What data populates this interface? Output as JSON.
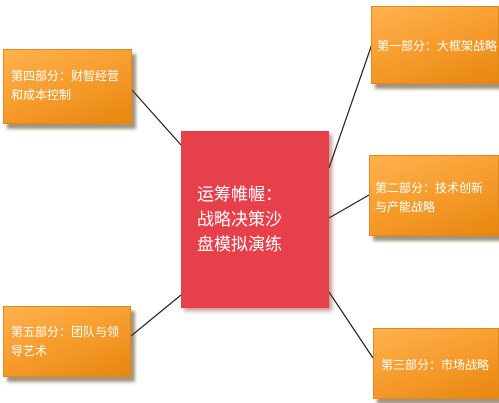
{
  "center": {
    "lines": [
      "运筹帷幄：",
      "战略决策沙",
      "盘模拟演练"
    ],
    "color": "#e8404a"
  },
  "nodes": {
    "part1": {
      "text": "第一部分：大框架战略"
    },
    "part2": {
      "lines": [
        "第二部分：技术创新",
        "与产能战略"
      ]
    },
    "part3": {
      "text": "第三部分：市场战略"
    },
    "part4": {
      "lines": [
        "第四部分：财智经营",
        "和成本控制"
      ]
    },
    "part5": {
      "lines": [
        "第五部分：团队与领",
        "导艺术"
      ]
    }
  },
  "colors": {
    "box_orange": "#f59a2a",
    "connector": "#222222"
  }
}
